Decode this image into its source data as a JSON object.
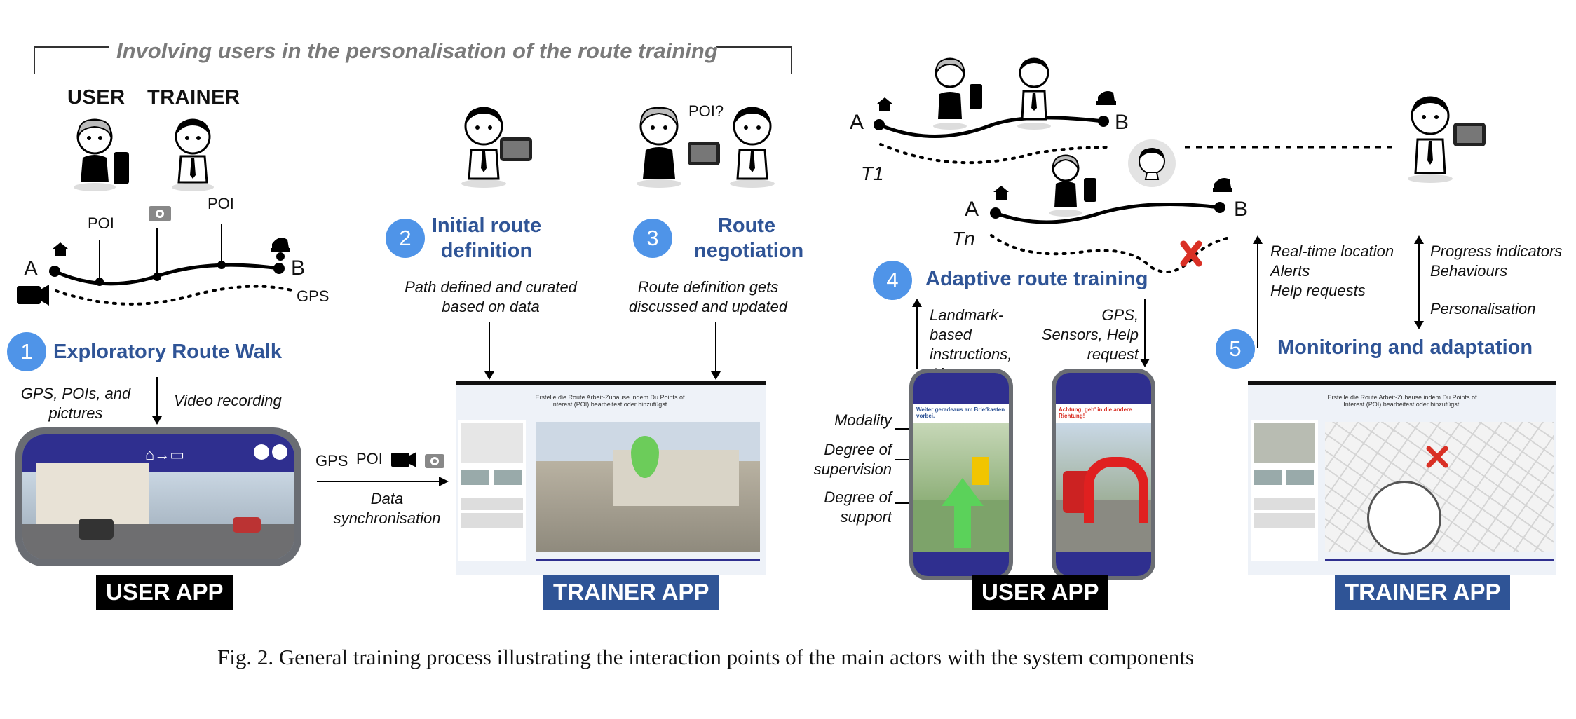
{
  "header": {
    "title": "Involving users in the personalisation of the route training"
  },
  "roles": {
    "user": "USER",
    "trainer": "TRAINER"
  },
  "route": {
    "a": "A",
    "b": "B",
    "poi": "POI",
    "gps": "GPS",
    "t1": "T1",
    "tn": "Tn",
    "poi_question": "POI?"
  },
  "steps": [
    {
      "num": "1",
      "title": "Exploratory Route Walk"
    },
    {
      "num": "2",
      "title_line1": "Initial route",
      "title_line2": "definition"
    },
    {
      "num": "3",
      "title_line1": "Route",
      "title_line2": "negotiation"
    },
    {
      "num": "4",
      "title": "Adaptive route training"
    },
    {
      "num": "5",
      "title": "Monitoring and adaptation"
    }
  ],
  "annotations": {
    "gps_pois_pictures": "GPS, POIs, and pictures",
    "video_recording": "Video recording",
    "path_defined": "Path defined and curated based on data",
    "route_discussed": "Route definition gets discussed and updated",
    "sync_gps": "GPS",
    "sync_poi": "POI",
    "data_sync": "Data synchronisation",
    "landmark_instructions": "Landmark-based instructions, Alerts",
    "gps_sensors": "GPS, Sensors, Help request",
    "modality": "Modality",
    "degree_supervision": "Degree of supervision",
    "degree_support": "Degree of support",
    "realtime": "Real-time location",
    "alerts": "Alerts",
    "help_requests": "Help requests",
    "progress": "Progress indicators",
    "behaviours": "Behaviours",
    "personalisation": "Personalisation"
  },
  "apps": {
    "user_app": "USER APP",
    "trainer_app": "TRAINER APP",
    "trainer_screen_text": "Erstelle die Route Arbeit-Zuhause indem Du Points of Interest (POI) bearbeitest oder hinzufügst.",
    "phone_msg_1": "Weiter geradeaus am Briefkasten vorbei.",
    "phone_msg_2": "Achtung, geh' in die andere Richtung!"
  },
  "caption": "Fig. 2.  General training process illustrating the interaction points of the main actors with the system components",
  "colors": {
    "accent_blue": "#4f94e8",
    "title_blue": "#2f5496",
    "app_label_trainer": "#2f5496",
    "app_label_user": "#000000",
    "alert_red": "#d93025",
    "phone_bar": "#2f2f8f"
  }
}
